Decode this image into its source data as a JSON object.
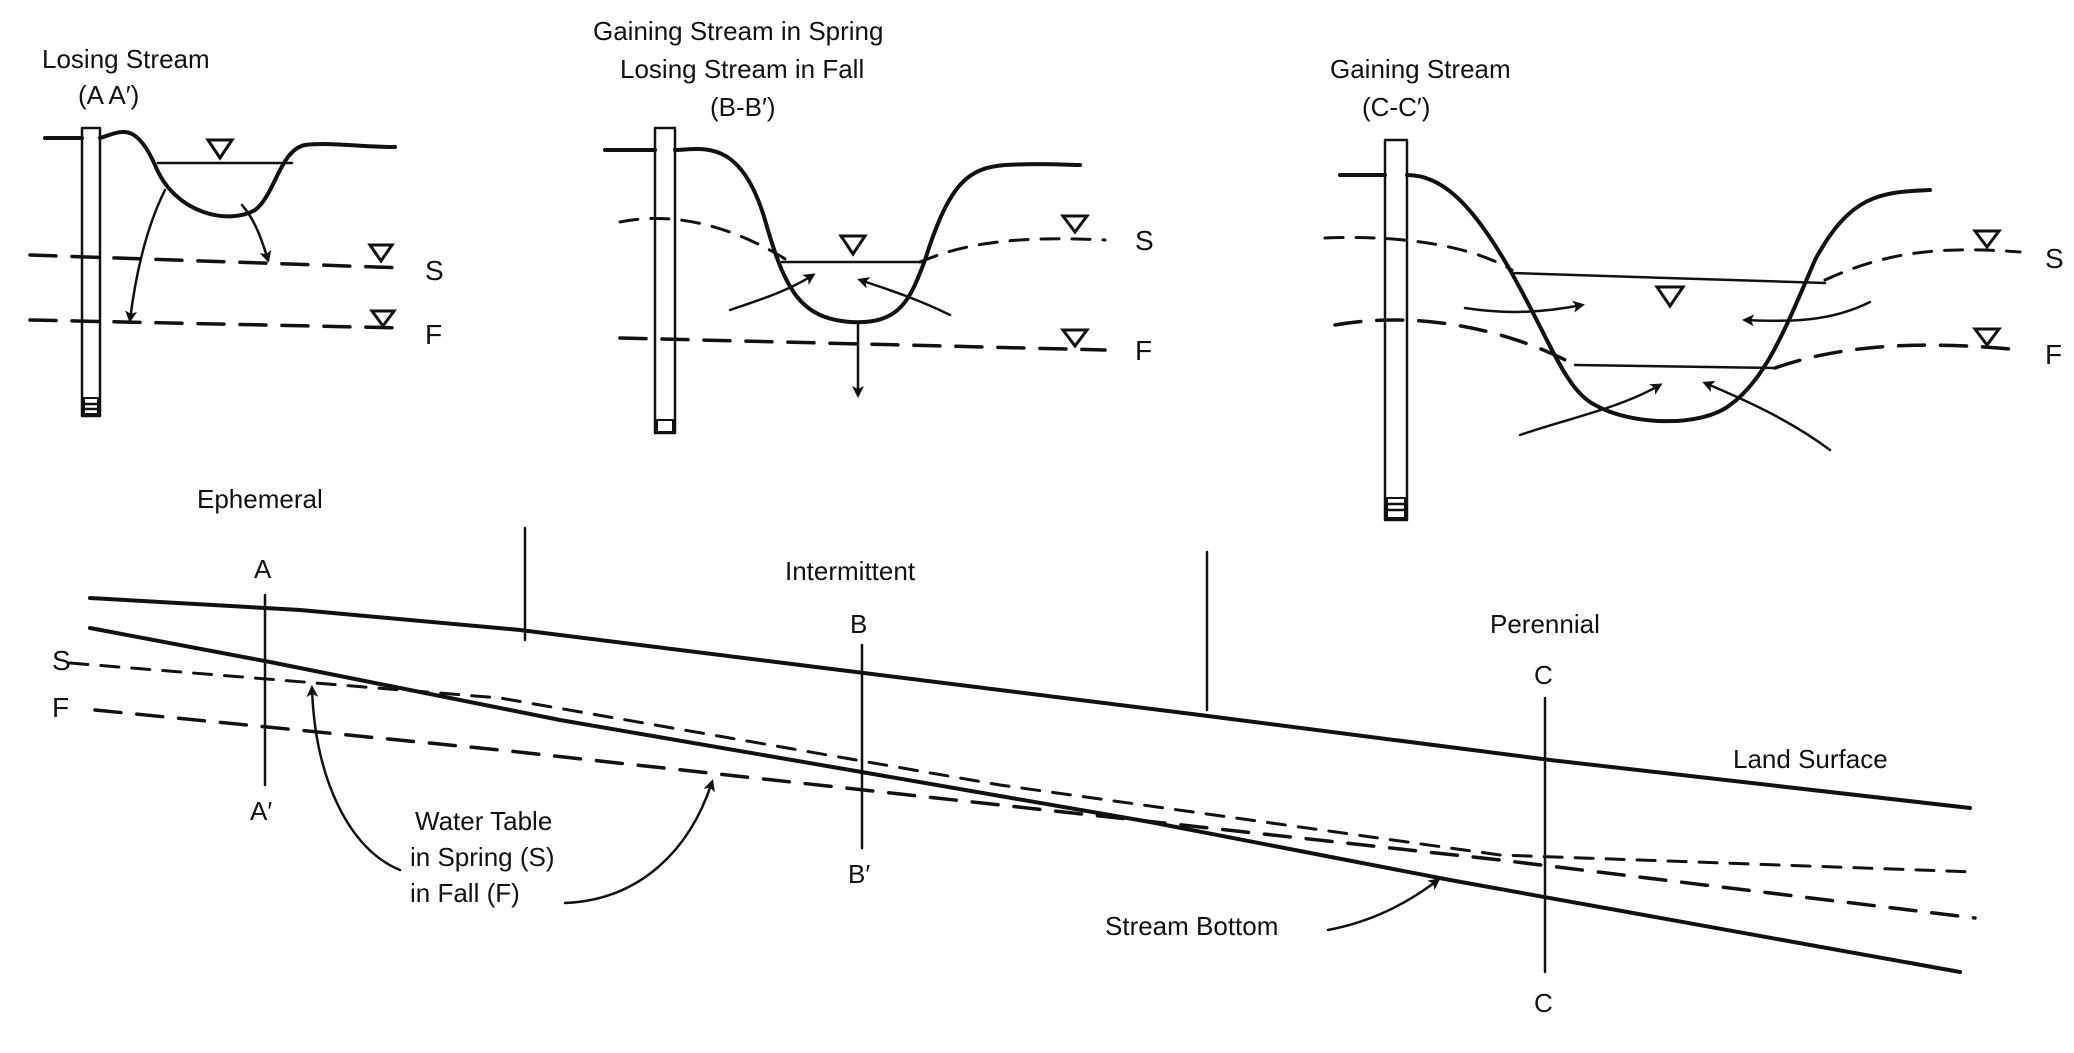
{
  "panels": {
    "losing": {
      "title": "Losing Stream",
      "section": "(A A′)"
    },
    "seasonal": {
      "title_line1": "Gaining Stream in Spring",
      "title_line2": "Losing Stream in Fall",
      "section": "(B-B′)"
    },
    "gaining": {
      "title": "Gaining Stream",
      "section": "(C-C′)"
    }
  },
  "markers": {
    "spring": "S",
    "fall": "F"
  },
  "profile": {
    "zones": {
      "ephemeral": "Ephemeral",
      "intermittent": "Intermittent",
      "perennial": "Perennial"
    },
    "sections": {
      "a": "A",
      "a_prime": "A′",
      "b": "B",
      "b_prime": "B′",
      "c_top": "C",
      "c_bottom": "C"
    },
    "labels": {
      "land_surface": "Land Surface",
      "stream_bottom": "Stream Bottom",
      "water_table_line1": "Water Table",
      "water_table_line2": "in Spring (S)",
      "water_table_line3": "in Fall (F)"
    }
  },
  "colors": {
    "ink": "#111111",
    "background": "#ffffff"
  }
}
